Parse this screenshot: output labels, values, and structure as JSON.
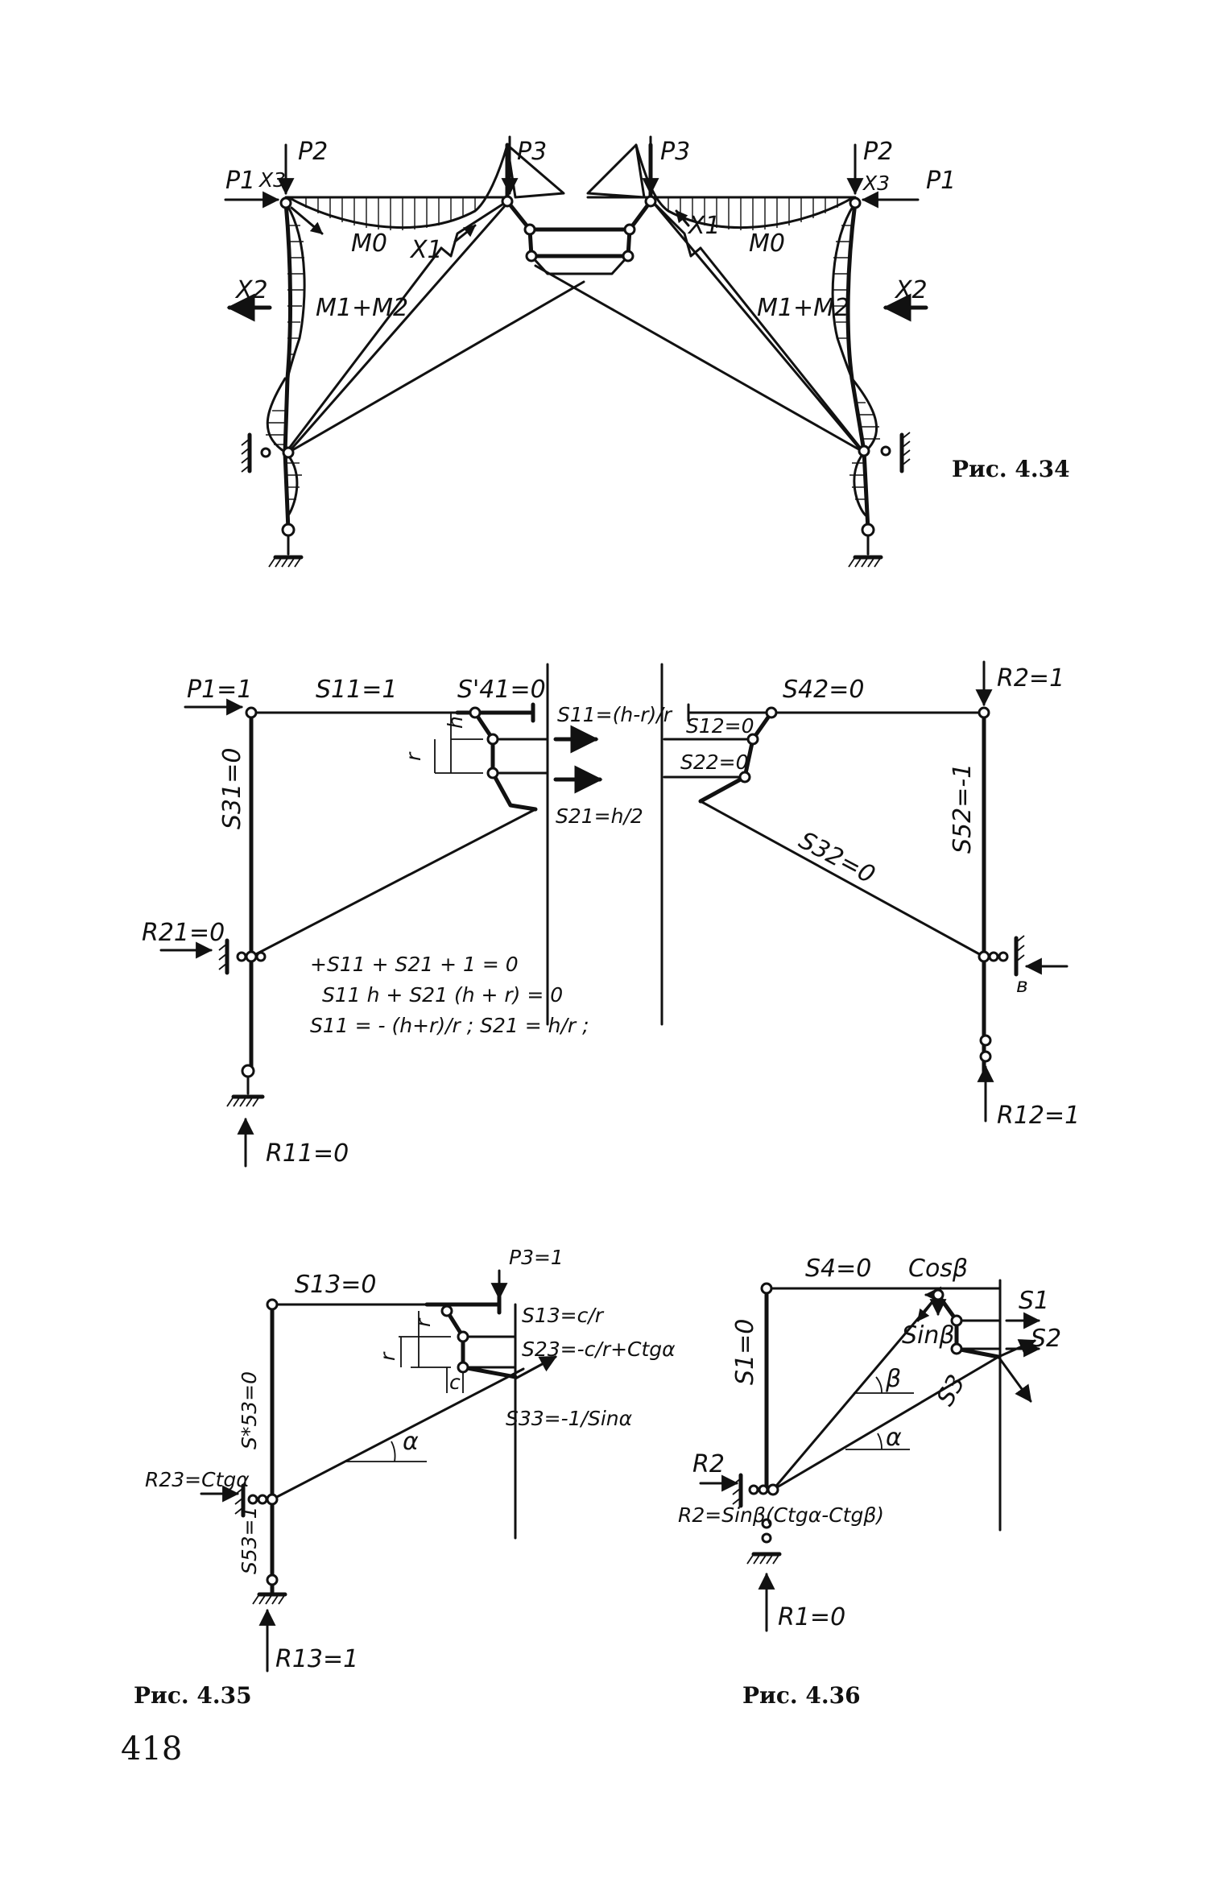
{
  "page_number": "418",
  "figures": {
    "fig434": {
      "caption": "Рис. 4.34",
      "labels": {
        "p1_left": "P1",
        "p2_left": "P2",
        "x3_left": "X3",
        "p3_left": "P3",
        "p3_right": "P3",
        "p2_right": "P2",
        "x3_right": "X3",
        "p1_right": "P1",
        "m0_left": "M0",
        "m0_right": "M0",
        "x1_left": "X1",
        "x1_right": "X1",
        "x2_left": "X2",
        "x2_right": "X2",
        "m1m2_left": "M1+M2",
        "m1m2_right": "M1+M2"
      }
    },
    "fig_mid": {
      "labels": {
        "p1": "P1=1",
        "s11": "S11=1",
        "s41p": "S'41=0",
        "s11_eq": "S11=(h-r)/r",
        "s31": "S31=0",
        "s21": "S21=h/2",
        "r21": "R21=0",
        "r11": "R11=0",
        "h": "h",
        "r": "r",
        "s42": "S42=0",
        "r2": "R2=1",
        "s12": "S12=0",
        "s22": "S22=0",
        "s52": "S52=-1",
        "s32": "S32=0",
        "r12": "R12=1",
        "b": "в"
      },
      "equations": [
        "+S11 + S21 + 1 = 0",
        "S11 h + S21 (h + r) = 0",
        "S11 = - (h+r)/r ; S21 = h/r ;"
      ]
    },
    "fig435": {
      "caption": "Рис. 4.35",
      "labels": {
        "s13": "S13=0",
        "p3": "P3=1",
        "s13_eq": "S13=c/r",
        "s23_eq": "S23=-c/r+Ctgα",
        "s33_eq": "S33=-1/Sinα",
        "s53x": "S*53=0",
        "r23": "R23=Ctgα",
        "s53": "S53=1",
        "r13": "R13=1",
        "alpha": "α",
        "r": "r",
        "c": "c"
      }
    },
    "fig436": {
      "caption": "Рис. 4.36",
      "labels": {
        "s4": "S4=0",
        "cosb": "Cosβ",
        "s1bar": "S1",
        "s2": "S2",
        "sinb": "Sinβ",
        "beta": "β",
        "s1": "S1=0",
        "s3": "S3",
        "alpha": "α",
        "r2bar": "R2",
        "r2eq": "R2=Sinβ(Ctgα-Ctgβ)",
        "r1": "R1=0"
      }
    }
  }
}
